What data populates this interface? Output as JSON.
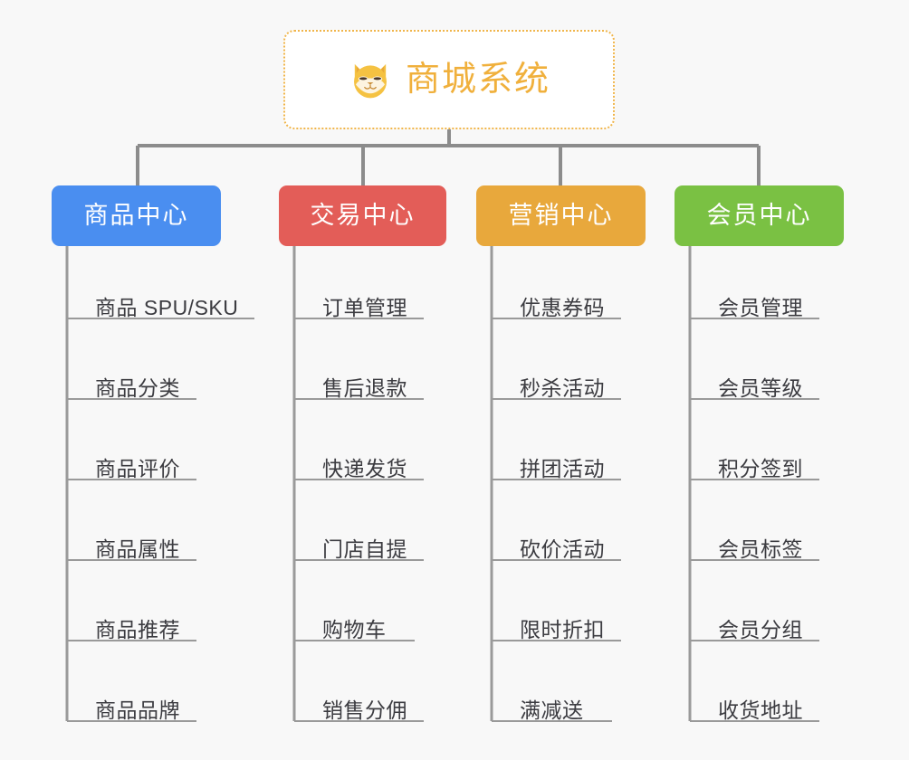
{
  "diagram": {
    "type": "mind-map",
    "background_color": "#f8f8f8",
    "root": {
      "title": "商城系统",
      "icon": "shiba-dog-icon",
      "text_color": "#f0b03c",
      "border_color": "#f0b54a",
      "fill_color": "#ffffff"
    },
    "connector_color": "#8c8c8c",
    "leaf_line_color": "#9a9a9a",
    "branches": [
      {
        "label": "商品中心",
        "color": "#4a8ef0",
        "items": [
          "商品 SPU/SKU",
          "商品分类",
          "商品评价",
          "商品属性",
          "商品推荐",
          "商品品牌"
        ]
      },
      {
        "label": "交易中心",
        "color": "#e35d58",
        "items": [
          "订单管理",
          "售后退款",
          "快递发货",
          "门店自提",
          "购物车",
          "销售分佣"
        ]
      },
      {
        "label": "营销中心",
        "color": "#e8a83c",
        "items": [
          "优惠券码",
          "秒杀活动",
          "拼团活动",
          "砍价活动",
          "限时折扣",
          "满减送"
        ]
      },
      {
        "label": "会员中心",
        "color": "#7ac143",
        "items": [
          "会员管理",
          "会员等级",
          "积分签到",
          "会员标签",
          "会员分组",
          "收货地址"
        ]
      }
    ]
  }
}
